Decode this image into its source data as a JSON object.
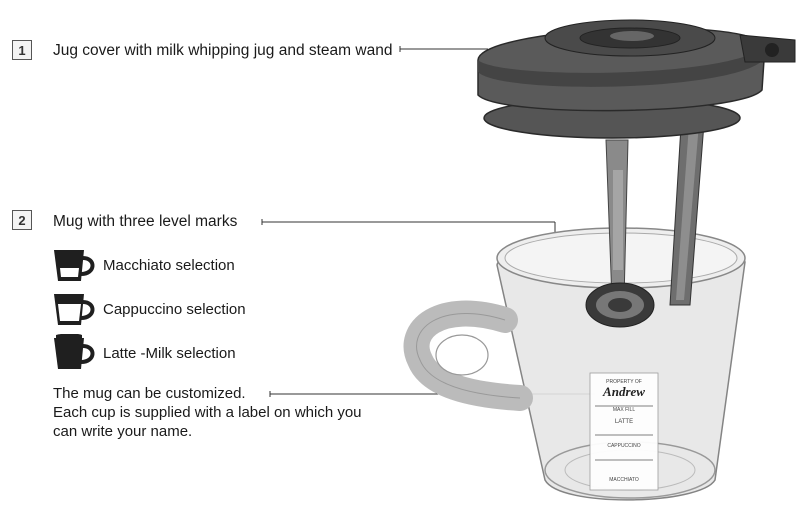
{
  "items": [
    {
      "number": "1",
      "text": "Jug cover with milk whipping jug and steam wand"
    },
    {
      "number": "2",
      "text": "Mug with three level marks"
    }
  ],
  "selections": [
    {
      "label": "Macchiato selection",
      "level": 0.33
    },
    {
      "label": "Cappuccino selection",
      "level": 0.66
    },
    {
      "label": "Latte -Milk selection",
      "level": 1.0
    }
  ],
  "customize_note": {
    "line1": "The mug can be customized.",
    "line2": "Each cup is supplied with a label on which you",
    "line3": "can write your name."
  },
  "mug_label": {
    "property_of": "PROPERTY OF",
    "name": "Andrew",
    "max_fill": "MAX FILL",
    "latte": "LATTE",
    "cappuccino": "CAPPUCCINO",
    "macchiato": "MACCHIATO"
  }
}
